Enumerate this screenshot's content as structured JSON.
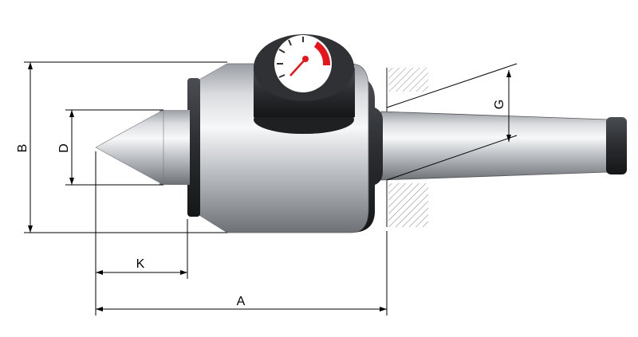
{
  "dimensions": {
    "A": "A",
    "B": "B",
    "D": "D",
    "G": "G",
    "K": "K"
  },
  "colors": {
    "gauge_red": "#e8141c",
    "housing": "#2b2d30",
    "steel_light": "#f2f3f5",
    "steel_dark": "#8a8e94"
  }
}
